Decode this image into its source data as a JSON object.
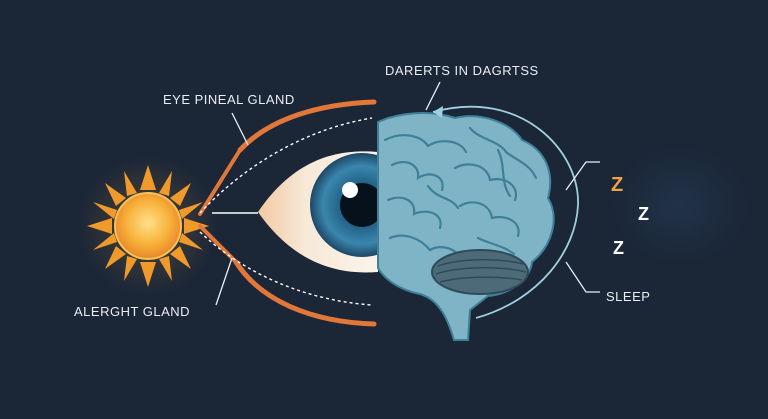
{
  "labels": {
    "top_left": "EYE PINEAL GLAND",
    "top_center": "DARERTS  IN DAGRTSS",
    "bottom_left": "ALERGHT GLAND",
    "right": "SLEEP"
  },
  "sleep_symbols": [
    "Z",
    "Z",
    "Z"
  ],
  "colors": {
    "background": "#1b2637",
    "accent_orange": "#e2773a",
    "sun": "#f5a62c",
    "brain": "#7fb4c6",
    "eye_iris": "#2e6f93",
    "line": "#9fd0de"
  },
  "icons": [
    "sun-icon",
    "eye-icon",
    "brain-icon",
    "sleep-z-icon"
  ]
}
